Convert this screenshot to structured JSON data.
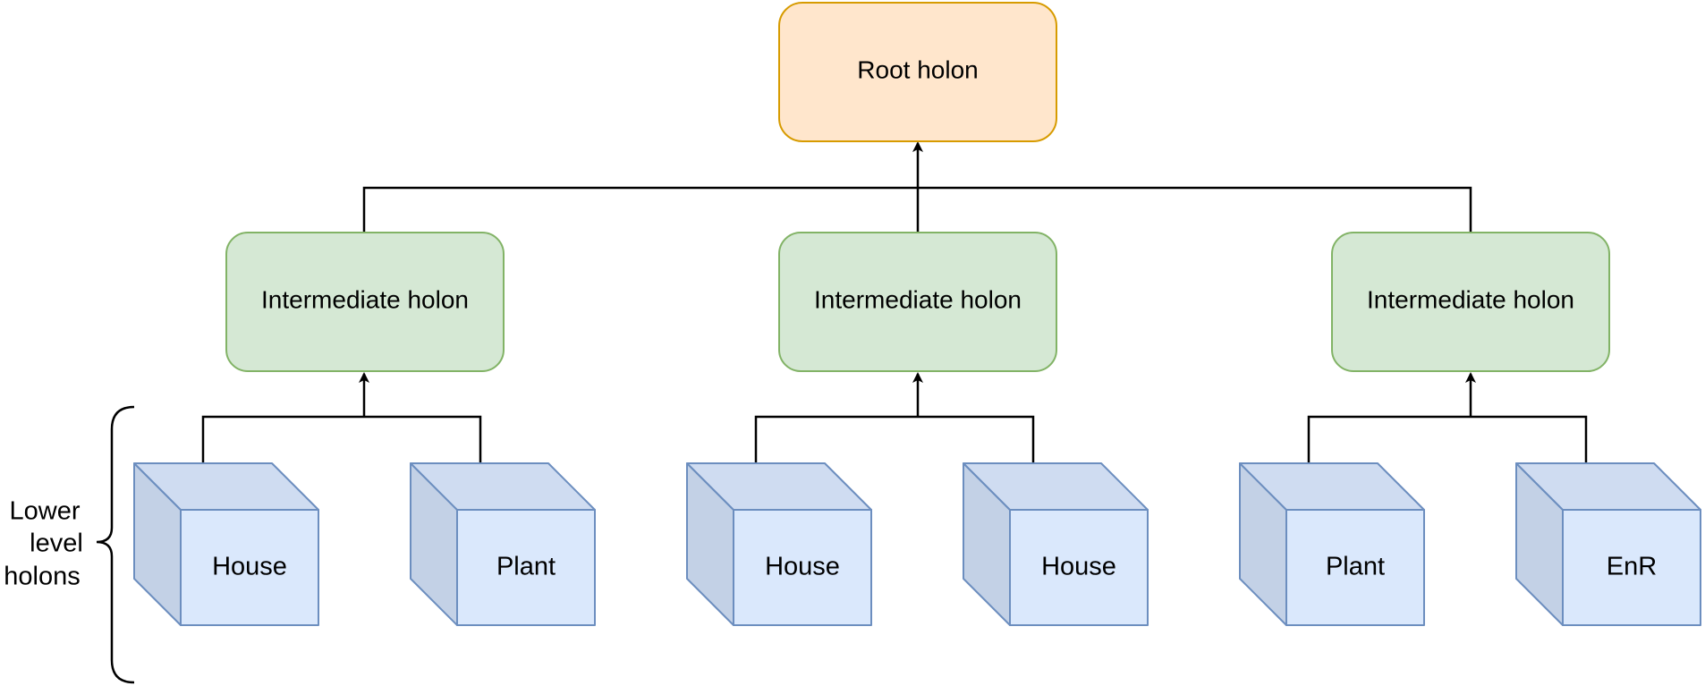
{
  "diagram": {
    "root": {
      "label": "Root holon",
      "fill": "#ffe6cc",
      "stroke": "#d79b00"
    },
    "intermediate": {
      "fill": "#d5e8d4",
      "stroke": "#82b366",
      "labels": [
        "Intermediate holon",
        "Intermediate holon",
        "Intermediate holon"
      ]
    },
    "lower": {
      "front_fill": "#dae8fc",
      "side_fill": "#c3d1e6",
      "top_fill": "#cfdcf1",
      "stroke": "#6c8ebf",
      "labels": [
        "House",
        "Plant",
        "House",
        "House",
        "Plant",
        "EnR"
      ]
    },
    "brace_label": {
      "lines": [
        "Lower",
        "level",
        "holons"
      ]
    },
    "connector_color": "#000000"
  }
}
